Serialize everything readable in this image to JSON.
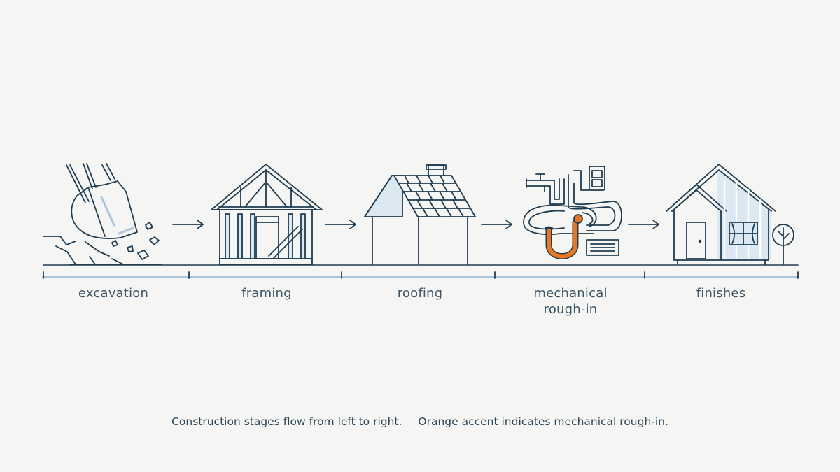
{
  "stages": [
    {
      "id": "excavation",
      "label": "excavation"
    },
    {
      "id": "framing",
      "label": "framing"
    },
    {
      "id": "roofing",
      "label": "roofing"
    },
    {
      "id": "mechanical",
      "label": "mechanical\nrough-in"
    },
    {
      "id": "finishes",
      "label": "finishes"
    }
  ],
  "caption": {
    "flow_note": "Construction stages flow from left to right.",
    "accent_note": "Orange accent indicates mechanical rough-in."
  },
  "colors": {
    "background": "#f5f5f3",
    "line": "#1f3d52",
    "light_blue": "#a9c6dc",
    "fill_blue": "#dbe8f2",
    "accent_orange": "#e87722",
    "label_text": "#3d5566"
  }
}
